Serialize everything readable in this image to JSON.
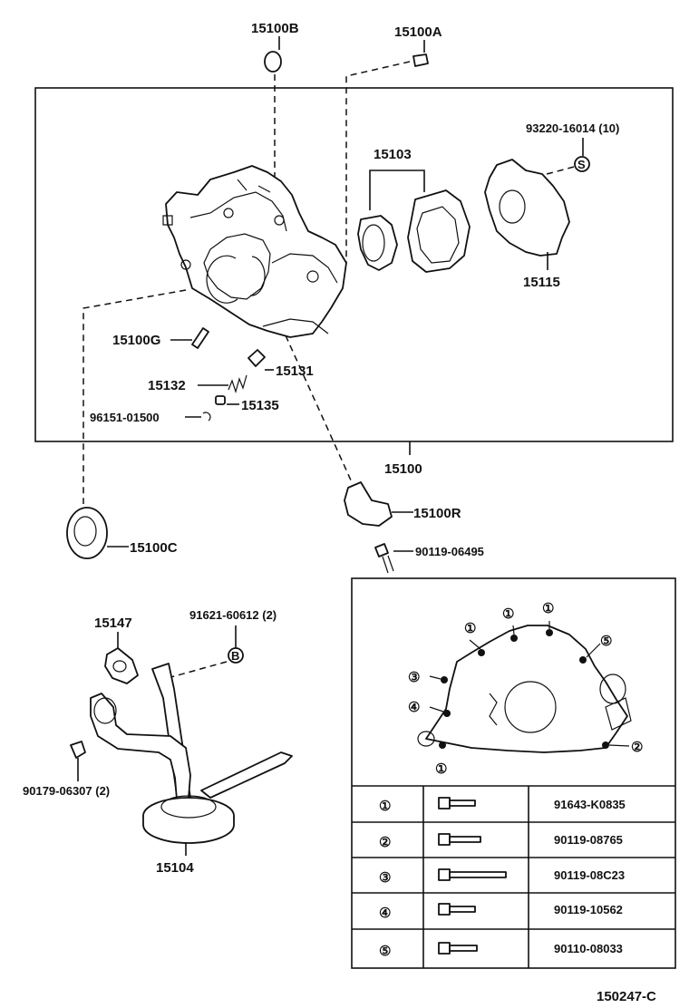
{
  "parts": {
    "p15100B": "15100B",
    "p15100A": "15100A",
    "p15103": "15103",
    "p93220": "93220-16014 (10)",
    "p93220_mark": "S",
    "p15115": "15115",
    "p15100G": "15100G",
    "p15131": "15131",
    "p15132": "15132",
    "p15135": "15135",
    "p96151": "96151-01500",
    "p15100": "15100",
    "p15100R": "15100R",
    "p15100C": "15100C",
    "p90119_06495": "90119-06495",
    "p15147": "15147",
    "p91621": "91621-60612 (2)",
    "p91621_mark": "B",
    "p90179": "90179-06307 (2)",
    "p15104": "15104"
  },
  "bolt_diagram": {
    "markers": [
      "①",
      "①",
      "①",
      "⑤",
      "③",
      "④",
      "②",
      "①"
    ]
  },
  "bolt_table": {
    "rows": [
      {
        "key": "①",
        "part": "91643-K0835"
      },
      {
        "key": "②",
        "part": "90119-08765"
      },
      {
        "key": "③",
        "part": "90119-08C23"
      },
      {
        "key": "④",
        "part": "90119-10562"
      },
      {
        "key": "⑤",
        "part": "90110-08033"
      }
    ]
  },
  "figure_id": "150247-C"
}
